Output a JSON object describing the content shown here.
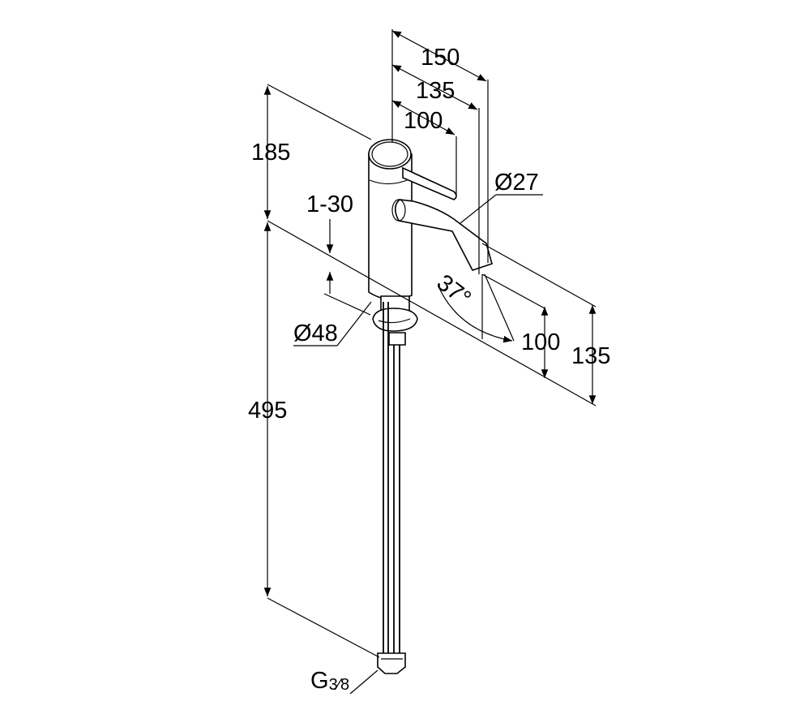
{
  "diagram": {
    "dimensions": {
      "top_150": "150",
      "top_135": "135",
      "top_100": "100",
      "height_185": "185",
      "height_495": "495",
      "thickness_range": "1-30",
      "spout_diameter": "Ø27",
      "body_diameter": "Ø48",
      "angle": "37°",
      "right_100": "100",
      "right_135": "135",
      "thread": "G",
      "thread_fraction": "3⁄8"
    },
    "colors": {
      "line": "#000000",
      "background": "#ffffff"
    }
  }
}
